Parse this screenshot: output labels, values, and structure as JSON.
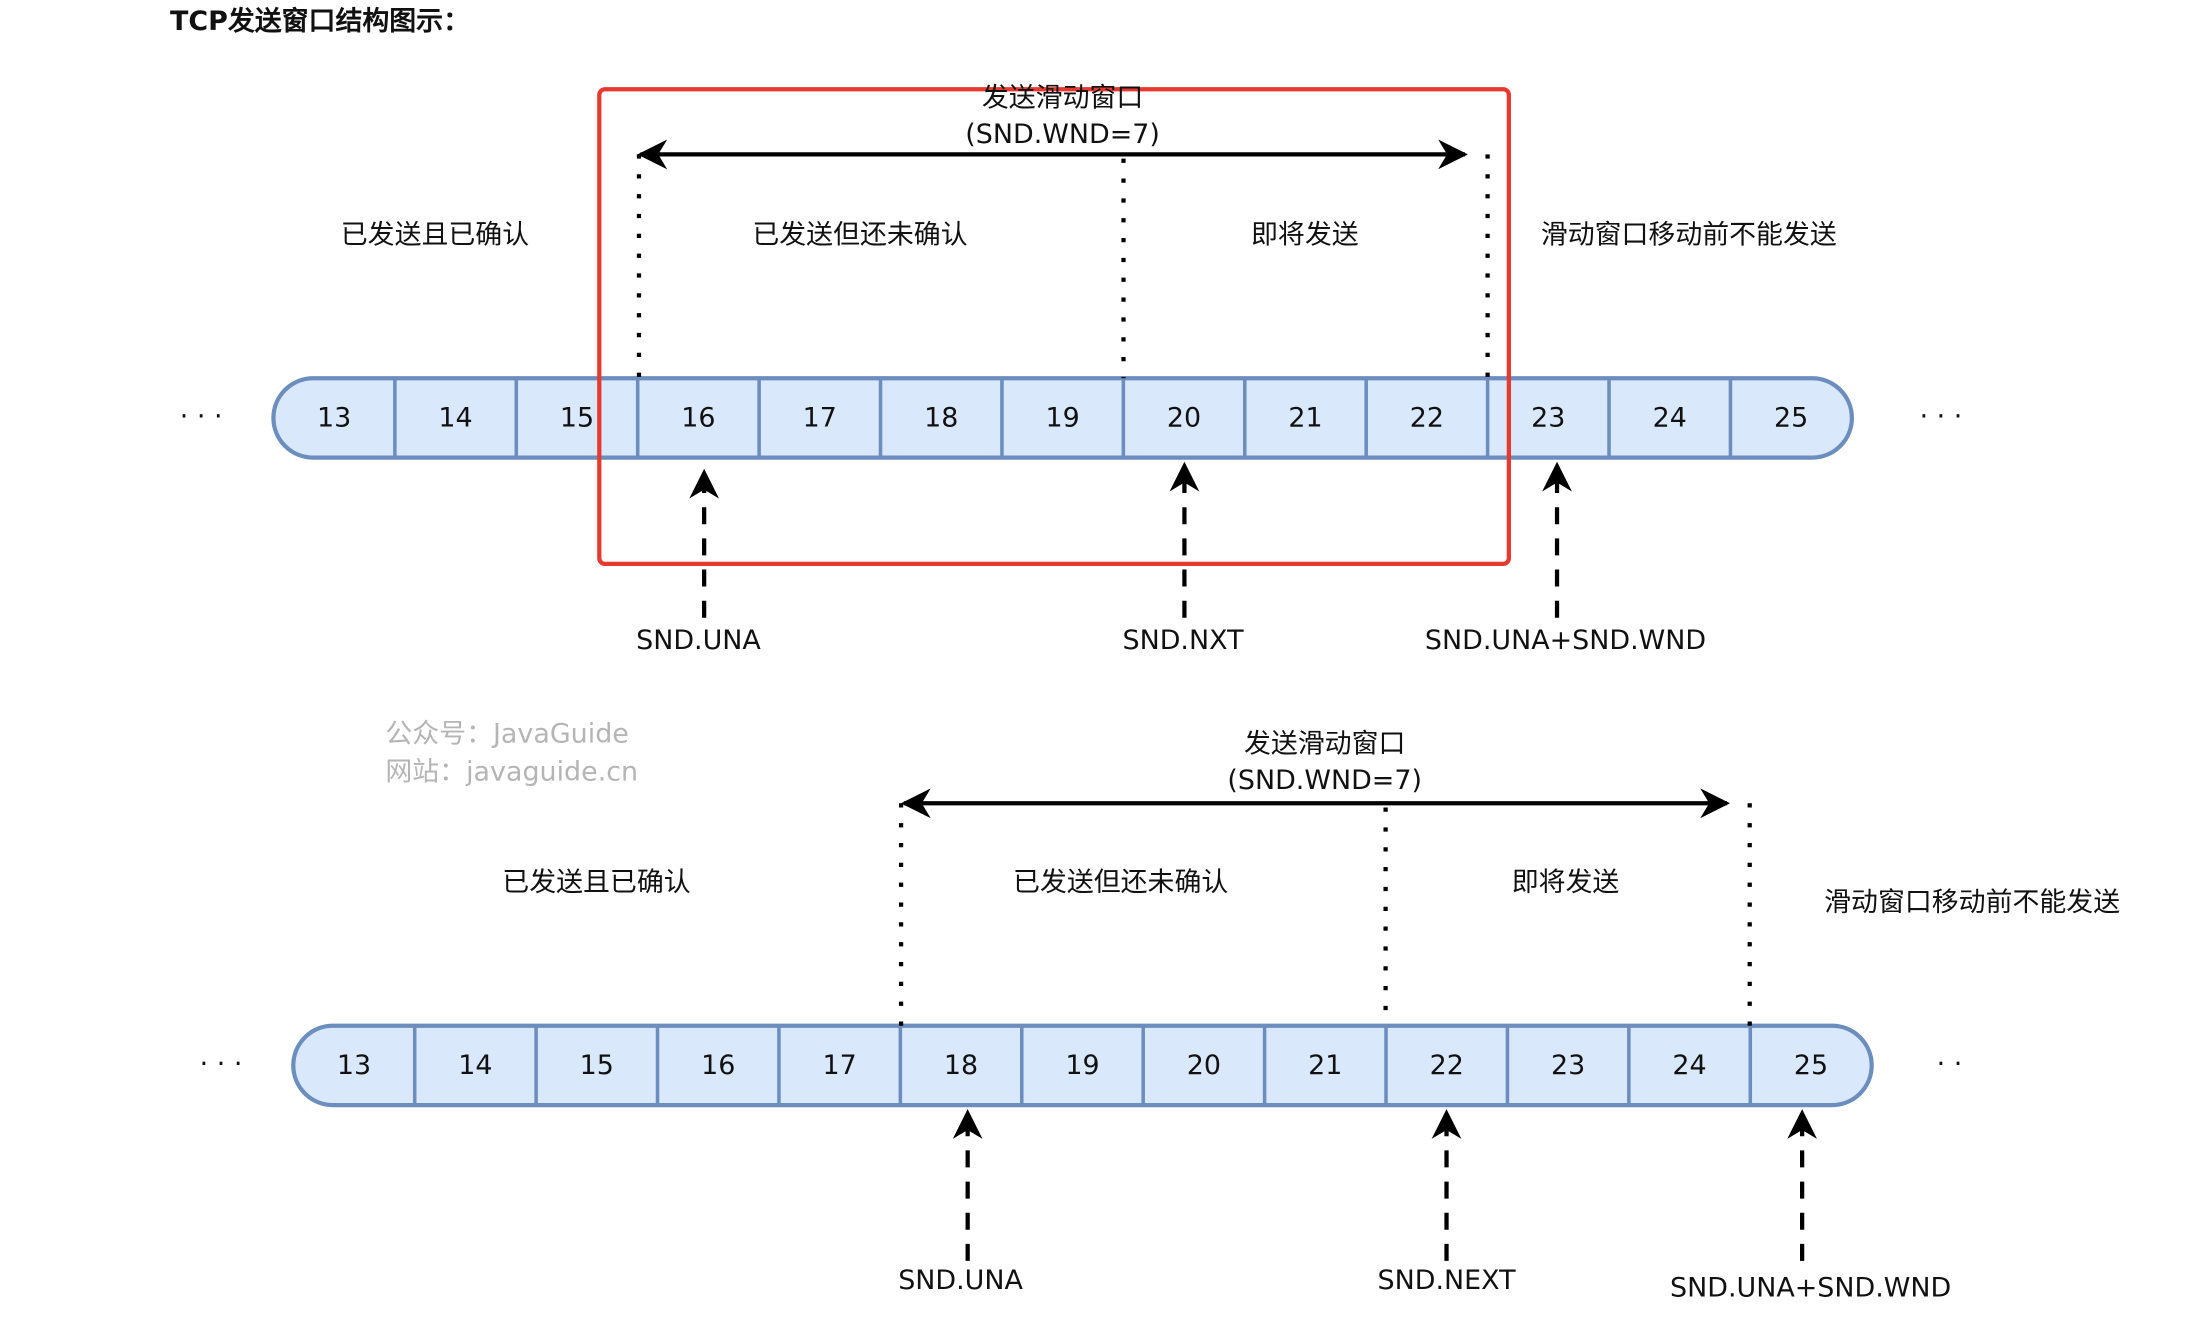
{
  "title": "TCP发送窗口结构图示：",
  "watermark": {
    "line1": "公众号：JavaGuide",
    "line2": "网站：javaguide.cn"
  },
  "colors": {
    "cell_fill": "#dae8fc",
    "cell_stroke": "#6c8ebf",
    "highlight": "#e8392f"
  },
  "top": {
    "window_label": "发送滑动窗口",
    "window_size": "(SND.WND=7)",
    "ellipsis_left": "· · ·",
    "ellipsis_right": "· · ·",
    "regions": [
      "已发送且已确认",
      "已发送但还未确认",
      "即将发送",
      "滑动窗口移动前不能发送"
    ],
    "cells": [
      "13",
      "14",
      "15",
      "16",
      "17",
      "18",
      "19",
      "20",
      "21",
      "22",
      "23",
      "24",
      "25"
    ],
    "pointers": [
      "SND.UNA",
      "SND.NXT",
      "SND.UNA+SND.WND"
    ]
  },
  "bottom": {
    "window_label": "发送滑动窗口",
    "window_size": "(SND.WND=7)",
    "ellipsis_left": "· · ·",
    "ellipsis_right": "· ·",
    "regions": [
      "已发送且已确认",
      "已发送但还未确认",
      "即将发送",
      "滑动窗口移动前不能发送"
    ],
    "cells": [
      "13",
      "14",
      "15",
      "16",
      "17",
      "18",
      "19",
      "20",
      "21",
      "22",
      "23",
      "24",
      "25"
    ],
    "pointers": [
      "SND.UNA",
      "SND.NEXT",
      "SND.UNA+SND.WND"
    ]
  }
}
